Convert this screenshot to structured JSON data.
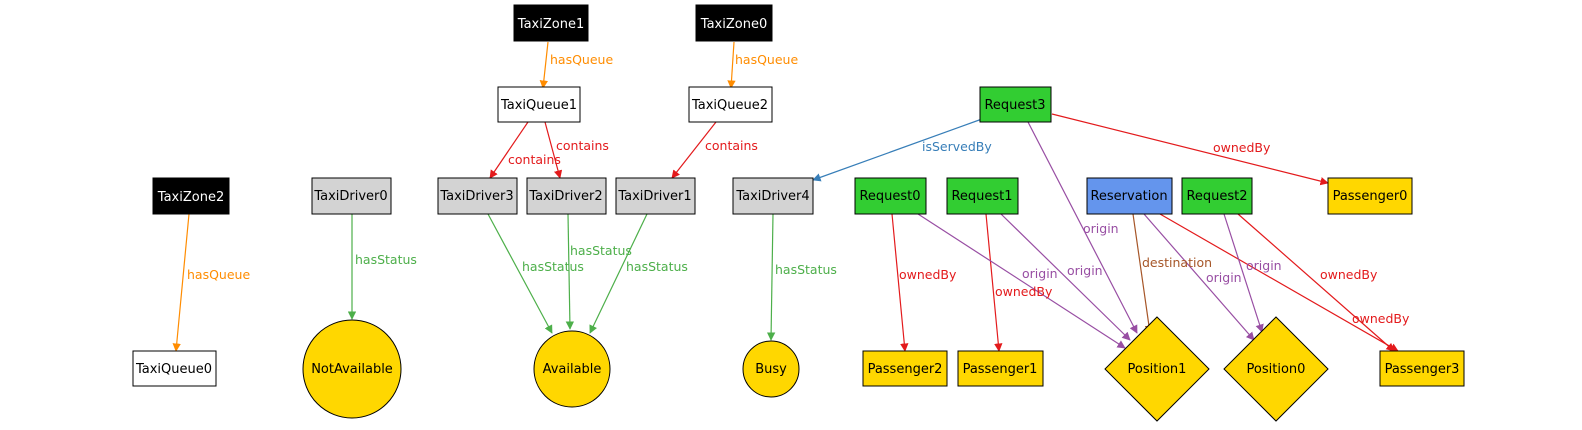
{
  "colors": {
    "zone": "#000000",
    "queue": "#ffffff",
    "driver": "#d3d3d3",
    "request": "#32cd32",
    "reservation": "#6495ed",
    "passenger": "#ffd700",
    "status": "#ffd700",
    "position": "#ffd700",
    "hasQueue": "#ff8c00",
    "contains": "#e31a1c",
    "hasStatus": "#4daf4a",
    "isServedBy": "#377eb8",
    "ownedBy": "#e31a1c",
    "origin": "#984ea3",
    "destination": "#a65628"
  },
  "nodes": {
    "TaxiZone1": "TaxiZone1",
    "TaxiZone0": "TaxiZone0",
    "TaxiZone2": "TaxiZone2",
    "TaxiQueue1": "TaxiQueue1",
    "TaxiQueue2": "TaxiQueue2",
    "TaxiQueue0": "TaxiQueue0",
    "TaxiDriver0": "TaxiDriver0",
    "TaxiDriver3": "TaxiDriver3",
    "TaxiDriver2": "TaxiDriver2",
    "TaxiDriver1": "TaxiDriver1",
    "TaxiDriver4": "TaxiDriver4",
    "Request3": "Request3",
    "Request0": "Request0",
    "Request1": "Request1",
    "Request2": "Request2",
    "Reservation": "Reservation",
    "Passenger0": "Passenger0",
    "Passenger1": "Passenger1",
    "Passenger2": "Passenger2",
    "Passenger3": "Passenger3",
    "NotAvailable": "NotAvailable",
    "Available": "Available",
    "Busy": "Busy",
    "Position0": "Position0",
    "Position1": "Position1"
  },
  "edge_labels": {
    "hasQueue": "hasQueue",
    "contains": "contains",
    "hasStatus": "hasStatus",
    "isServedBy": "isServedBy",
    "ownedBy": "ownedBy",
    "origin": "origin",
    "destination": "destination"
  }
}
